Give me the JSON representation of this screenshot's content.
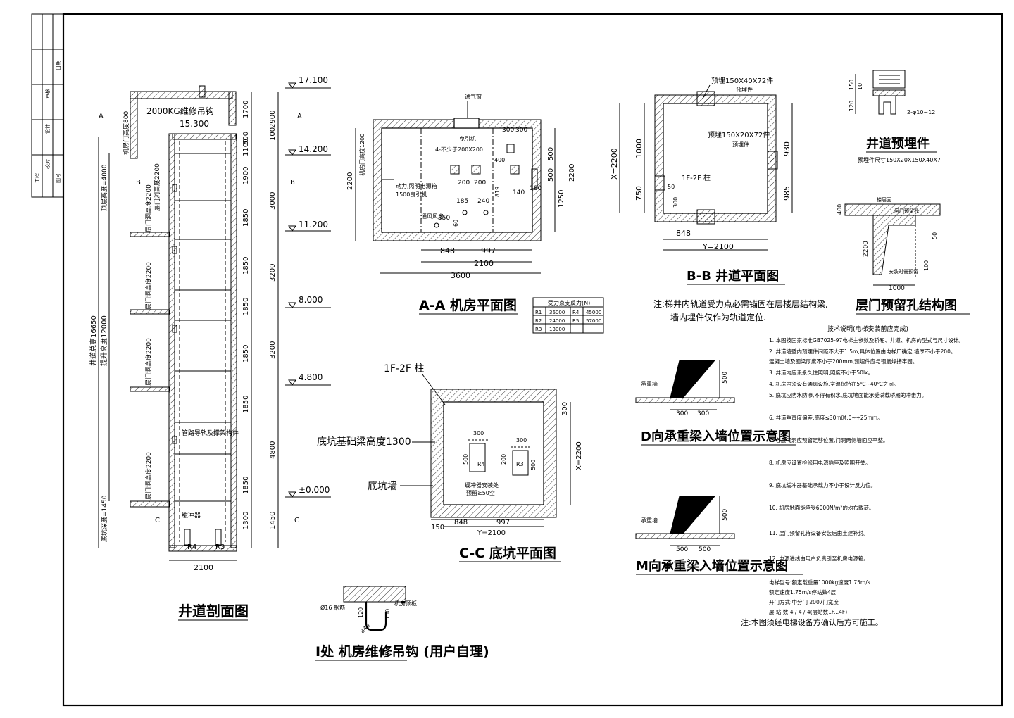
{
  "views": {
    "section": {
      "title": "井道剖面图",
      "section_marks": [
        "A",
        "B",
        "C"
      ],
      "elevations": [
        "17.100",
        "14.200",
        "11.200",
        "8.000",
        "4.800",
        "±0.000"
      ],
      "hook_label": "2000KG维修吊钩",
      "top_floor": "15.300",
      "width": "2100",
      "pit_labels": [
        "R4",
        "R3"
      ],
      "dims_right_inner": [
        "1700",
        "500",
        "1100",
        "1900",
        "1850",
        "1850",
        "1850",
        "1850",
        "1850",
        "1850",
        "1300"
      ],
      "dims_right_outer": [
        "2900",
        "100",
        "3000",
        "3200",
        "3200",
        "4800",
        "1450"
      ],
      "left_labels": [
        "井道总高16650",
        "提升高度12000",
        "顶层高度=4000",
        "底坑深度=1450",
        "机房门高度800"
      ],
      "door_labels": [
        "层门洞高度2200",
        "层门洞高度2200",
        "层门洞高度2200",
        "层门洞高度2200",
        "层门洞高度2200"
      ],
      "notes": [
        "管路导轨及撑架构件",
        "缓冲器"
      ]
    },
    "machine_room": {
      "title": "A-A  机房平面图",
      "dims": [
        "848",
        "997",
        "2100",
        "3600",
        "2200",
        "1250",
        "500",
        "500",
        "350",
        "185",
        "240",
        "200",
        "200",
        "300",
        "300",
        "140",
        "180",
        "400",
        "819",
        "60"
      ],
      "labels": [
        "4-不少于200X200",
        "动力,照明电源箱",
        "1500曳引机",
        "通风风扇",
        "机房门高度1200",
        "曳引机",
        "通气窗"
      ],
      "table": {
        "header": "受力点支反力(N)",
        "rows": [
          [
            "R1",
            "36000",
            "R4",
            "45000"
          ],
          [
            "R2",
            "24000",
            "R5",
            "57000"
          ],
          [
            "R3",
            "13000",
            "",
            ""
          ]
        ]
      }
    },
    "shaft_plan": {
      "title": "B-B  井道平面图",
      "dims": [
        "X=2200",
        "1000",
        "750",
        "930",
        "985",
        "848",
        "Y=2100",
        "50",
        "300"
      ],
      "labels": [
        "预埋150X40X72件",
        "预埋150X20X72件",
        "1F-2F 柱",
        "预埋件",
        "预埋件"
      ],
      "note_lines": [
        "注:梯井内轨道受力点必需锚固在层楼层结构梁,",
        "墙内埋件仅作为轨道定位."
      ]
    },
    "embedded": {
      "title": "井道预埋件",
      "caption": "预埋件尺寸150X20X150X40X7",
      "dims": [
        "150",
        "120",
        "10",
        "2-φ10~12"
      ]
    },
    "door_opening": {
      "title": "层门预留孔结构图",
      "dims": [
        "400",
        "2200",
        "1000",
        "50",
        "100"
      ],
      "labels": [
        "楼层面",
        "层门预留孔",
        "安装时需预留"
      ]
    },
    "pit_plan": {
      "title": "C-C  底坑平面图",
      "dims": [
        "300",
        "X=2200",
        "848",
        "997",
        "Y=2100",
        "150",
        "300",
        "500",
        "200"
      ],
      "labels": [
        "1F-2F 柱",
        "底坑基础梁高度1300",
        "底坑墙",
        "R4",
        "R3",
        "缓冲器安装处",
        "预留≥50空"
      ]
    },
    "beam_d": {
      "title": "D向承重梁入墙位置示意图",
      "dims": [
        "300",
        "300",
        "500"
      ],
      "label": "承重墙"
    },
    "beam_m": {
      "title": "M向承重梁入墙位置示意图",
      "dims": [
        "500",
        "500",
        "500"
      ],
      "label": "承重墙"
    },
    "hook": {
      "title": "I处 机房维修吊钩 (用户自理)",
      "dims": [
        "Ø16 钢筋",
        "150",
        "120",
        "840"
      ],
      "label": "机房顶板"
    }
  },
  "notes": {
    "heading": "技术说明(电梯安装前应完成)",
    "lines": [
      "1. 本图按国家标准GB7025-97电梯主参数及轿厢、井道、机房的型式与尺寸设计。",
      "2. 井道墙壁内预埋件间距不大于1.5m,具体位置由电梯厂确定,墙厚不小于200。",
      "   混凝土墙及圈梁厚度不小于200mm,预埋件应与钢筋焊接牢固。",
      "3. 井道内应设永久性照明,照度不小于50lx。",
      "4. 机房内须设有通风设施,室温保持在5℃~40℃之间。",
      "5. 底坑应防水防渗,不得有积水,底坑地面能承受满载轿厢的冲击力。",
      "6. 井道垂直度偏差:高度≤30m时,0~+25mm。",
      "7. 各层门洞应预留足够位置,门洞两侧墙面应平整。",
      "8. 机房应设置检修用电源插座及照明开关。",
      "9. 底坑缓冲器基础承载力不小于设计反力值。",
      "10. 机房地面能承受6000N/m²的均布载荷。",
      "11. 层门预留孔待设备安装后由土建补封。",
      "12. 电源进线由用户负责引至机房电源箱。"
    ],
    "params_lines": [
      "电梯型号:额定载重量1000kg速度1.75m/s",
      "额定速度1.75m/s停站数4层",
      "开门方式:中分门 2007门宽度",
      "层 站 数:4 / 4 / 4(层站数1F...4F)"
    ],
    "final": "注:本图须经电梯设备方确认后方可施工。"
  },
  "title_block": {
    "cells": [
      "审核",
      "设计",
      "校对",
      "工程",
      "图号",
      "日期"
    ]
  }
}
